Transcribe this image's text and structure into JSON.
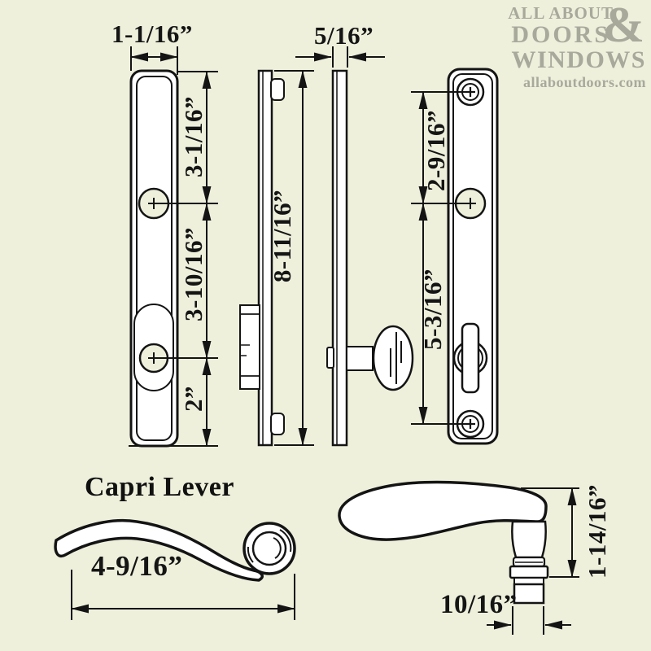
{
  "logo": {
    "line1": "ALL ABOUT",
    "line2": "DOORS",
    "line3": "WINDOWS",
    "ampersand": "&",
    "website": "allaboutdoors.com"
  },
  "product": {
    "title": "Capri Lever"
  },
  "dimensions": {
    "plate_width": "1-1/16”",
    "plate_thickness": "5/16”",
    "top_to_handle_hole": "3-1/16”",
    "handle_hole_to_lower_hub": "3-10/16”",
    "lower_hub_to_bottom": "2”",
    "plate_height": "8-11/16”",
    "screw_to_handle_hole": "2-9/16”",
    "handle_hole_to_bottom_screw": "5-3/16”",
    "lever_length": "4-9/16”",
    "lever_height": "1-14/16”",
    "stem_diameter": "10/16”"
  },
  "colors": {
    "background": "#eef0dc",
    "line": "#141414",
    "plate_fill": "#ffffff",
    "logo_gray": "#a8a99b"
  }
}
